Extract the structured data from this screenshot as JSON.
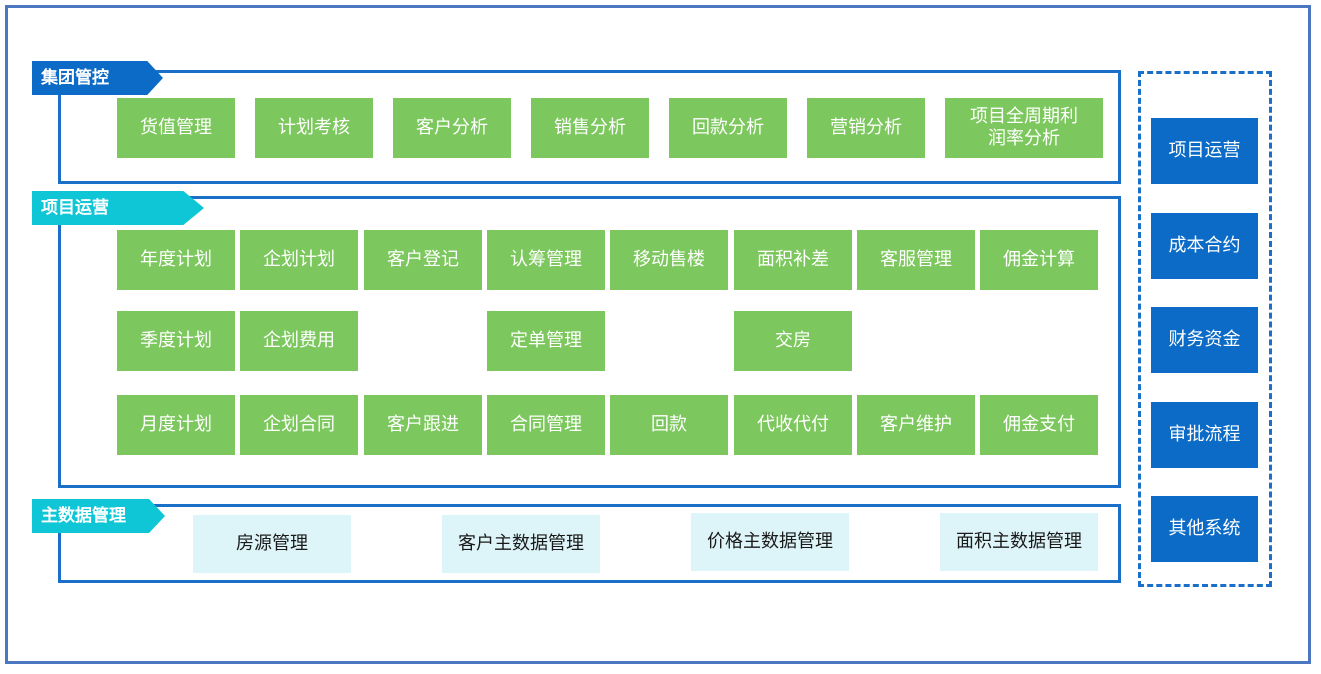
{
  "group": {
    "title": "集团管控",
    "items": [
      "货值管理",
      "计划考核",
      "客户分析",
      "销售分析",
      "回款分析",
      "营销分析",
      "项目全周期利润率分析"
    ]
  },
  "project": {
    "title": "项目运营",
    "row1": [
      "年度计划",
      "企划计划",
      "客户登记",
      "认筹管理",
      "移动售楼",
      "面积补差",
      "客服管理",
      "佣金计算"
    ],
    "row2": [
      "季度计划",
      "企划费用",
      "定单管理",
      "交房"
    ],
    "row3": [
      "月度计划",
      "企划合同",
      "客户跟进",
      "合同管理",
      "回款",
      "代收代付",
      "客户维护",
      "佣金支付"
    ]
  },
  "master": {
    "title": "主数据管理",
    "items": [
      "房源管理",
      "客户主数据管理",
      "价格主数据管理",
      "面积主数据管理"
    ]
  },
  "side": {
    "items": [
      "项目运营",
      "成本合约",
      "财务资金",
      "审批流程",
      "其他系统"
    ]
  }
}
